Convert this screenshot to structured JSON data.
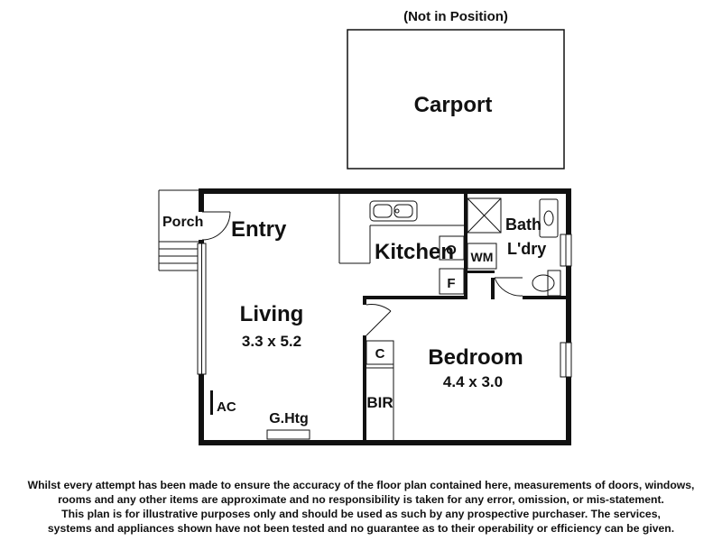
{
  "plan": {
    "carport_note": "(Not in Position)",
    "rooms": {
      "carport": "Carport",
      "porch": "Porch",
      "entry": "Entry",
      "kitchen": "Kitchen",
      "bath": "Bath",
      "laundry": "L'dry",
      "living": "Living",
      "living_size": "3.3 x 5.2",
      "bedroom": "Bedroom",
      "bedroom_size": "4.4 x 3.0",
      "bir": "BIR"
    },
    "fixtures": {
      "oven": "O",
      "fridge": "F",
      "washing_machine": "WM",
      "cupboard": "C",
      "air_conditioner": "AC",
      "gas_heating": "G.Htg"
    }
  },
  "disclaimer": [
    "Whilst every attempt has been made to ensure the accuracy of the floor plan contained here, measurements of doors, windows,",
    "rooms and any other items are approximate and no responsibility is taken for any error, omission, or mis-statement.",
    "This plan is for illustrative purposes only and should be used as such by any prospective purchaser. The services,",
    "systems and appliances shown have not been tested and no guarantee as to their operability or efficiency can be given."
  ]
}
